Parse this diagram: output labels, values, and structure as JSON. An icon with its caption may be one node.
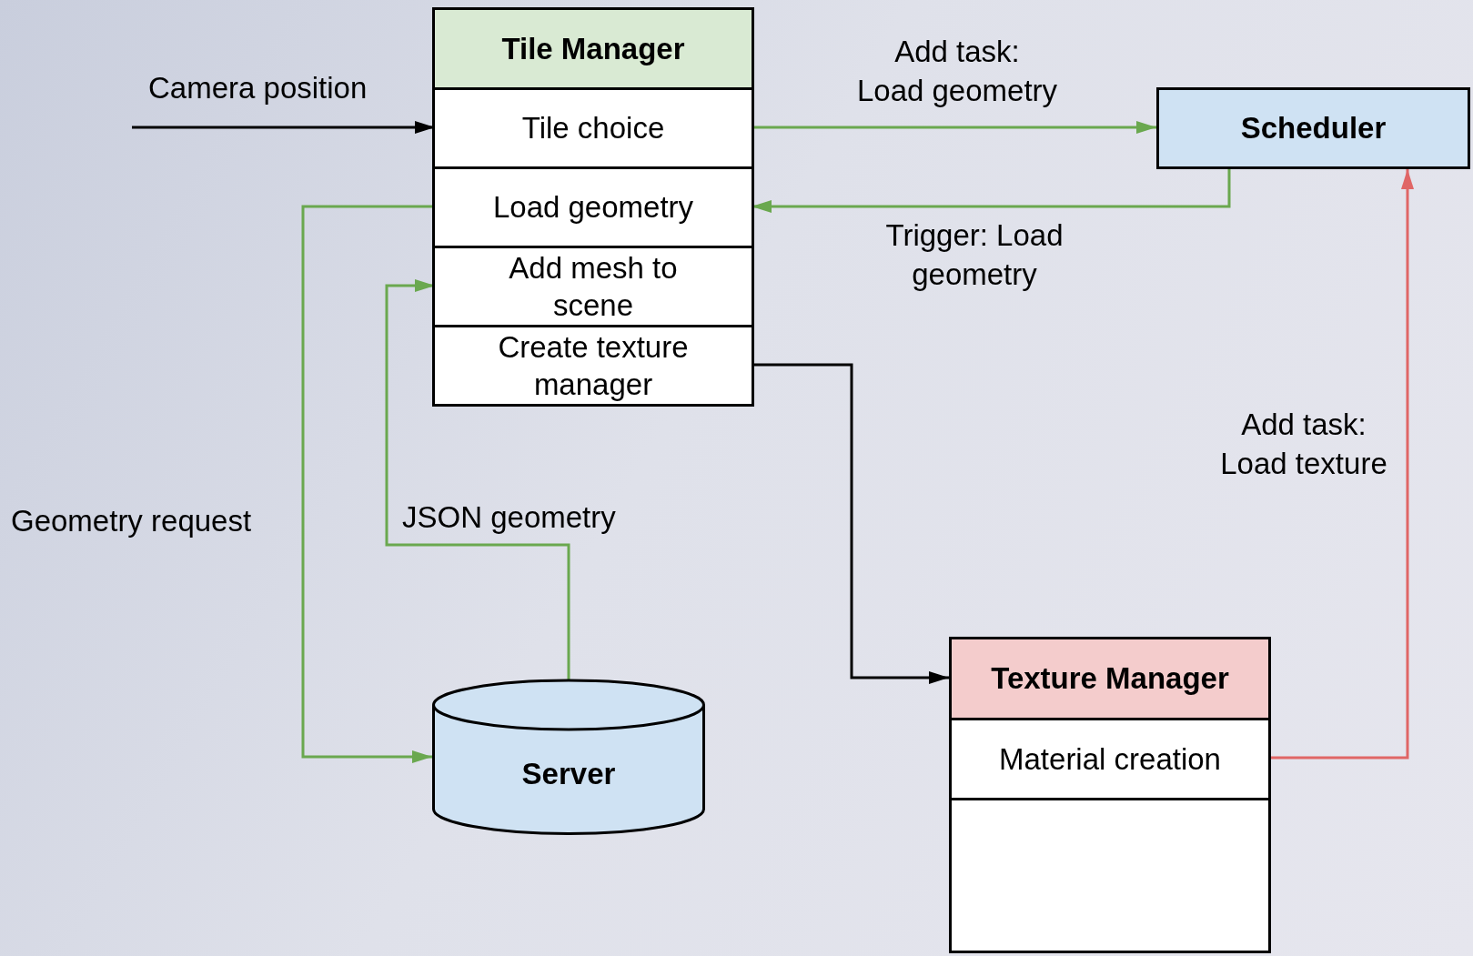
{
  "diagram": {
    "nodes": [
      {
        "text": [
          "Tile Manager"
        ]
      },
      {
        "text": [
          "Tile choice"
        ],
        "in": 0
      },
      {
        "text": [
          "Load geometry"
        ],
        "in": 0
      },
      {
        "text": [
          "Add mesh to scene"
        ],
        "in": 0
      },
      {
        "text": [
          "Create texture manager"
        ],
        "in": 0
      },
      {
        "text": [
          "Scheduler"
        ]
      },
      {
        "text": [
          "Server"
        ]
      },
      {
        "text": [
          "Texture Manager"
        ]
      },
      {
        "text": [
          "Material creation"
        ],
        "in": 7
      },
      {
        "text": [],
        "shape": "box",
        "in": 7
      }
    ],
    "edges": [
      {
        "from": null,
        "to": 1,
        "arrow": "to",
        "label": "Camera position",
        "color": "#000000"
      },
      {
        "from": 1,
        "to": 5,
        "arrow": "to",
        "label": "Add task: Load geometry"
      },
      {
        "from": 5,
        "to": 2,
        "arrow": "to",
        "label": "Trigger: Load geometry"
      },
      {
        "from": 2,
        "to": 6,
        "arrow": "to",
        "label": "Geometry request"
      },
      {
        "from": 6,
        "to": 3,
        "arrow": "to",
        "label": "JSON geometry"
      },
      {
        "from": 4,
        "to": 7,
        "arrow": "to",
        "color": "#000000"
      },
      {
        "from": 8,
        "to": 5,
        "arrow": "to",
        "label": "Add task: Load texture",
        "color": "#e06666"
      }
    ]
  }
}
